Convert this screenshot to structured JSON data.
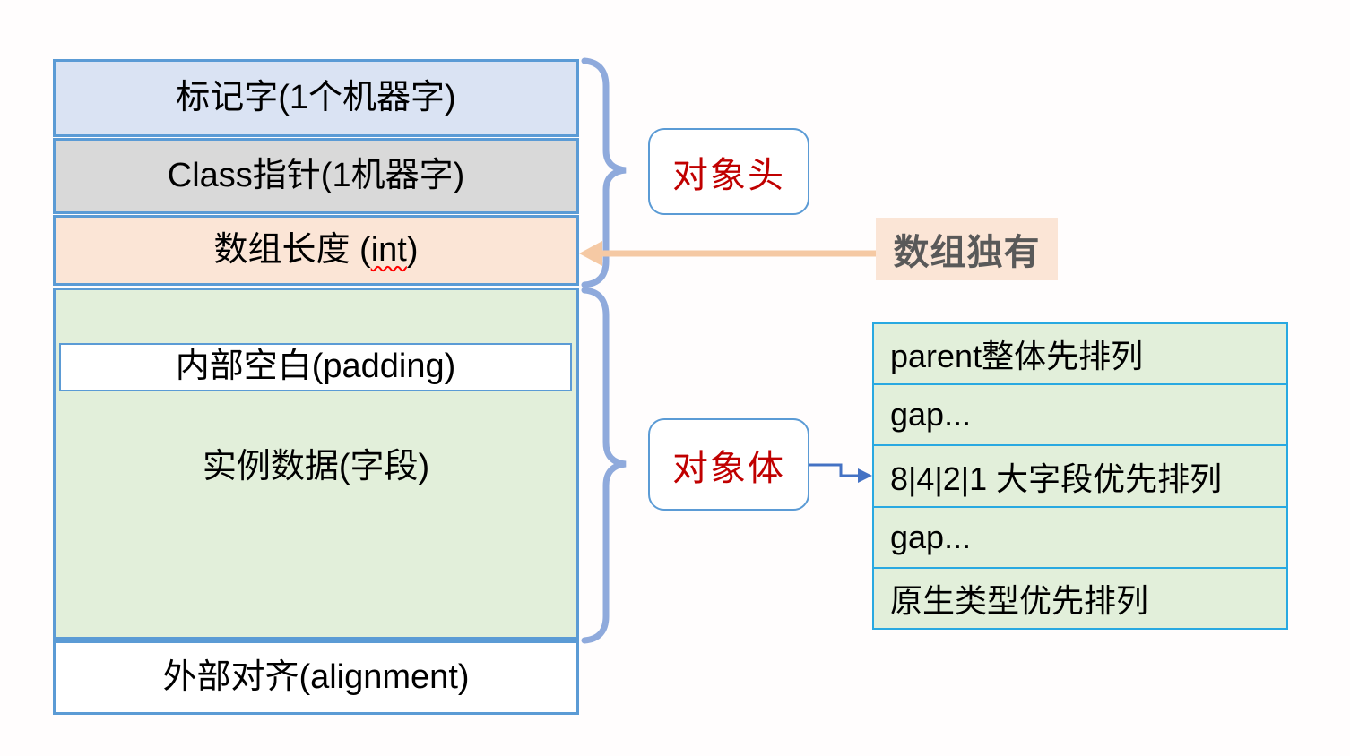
{
  "stack": {
    "mark_word": "标记字(1个机器字)",
    "class_pointer": "Class指针(1机器字)",
    "array_length_prefix": "数组长度 (",
    "array_length_word": "int",
    "array_length_suffix": ")",
    "padding": "内部空白(padding)",
    "instance_data": "实例数据(字段)",
    "alignment": "外部对齐(alignment)"
  },
  "labels": {
    "object_header": "对象头",
    "object_body": "对象体",
    "array_only": "数组独有"
  },
  "field_order_table": {
    "rows": [
      "parent整体先排列",
      "gap...",
      "8|4|2|1 大字段优先排列",
      "gap...",
      "原生类型优先排列"
    ]
  },
  "colors": {
    "background": "#FFFDFD",
    "stack_border": "#5B9BD5",
    "mark_word_fill": "#DAE3F3",
    "class_pointer_fill": "#D9D9D9",
    "array_length_fill": "#FBE5D6",
    "object_body_fill": "#E2EFDA",
    "table_border": "#29A9E1",
    "brace": "#8FAADC",
    "callout_text": "#C00000",
    "array_only_text": "#595959",
    "array_only_fill": "#FBE5D6",
    "peach_arrow": "#F5C9A4",
    "blue_arrow": "#4472C4",
    "spellcheck_squiggle": "#FF0000"
  }
}
